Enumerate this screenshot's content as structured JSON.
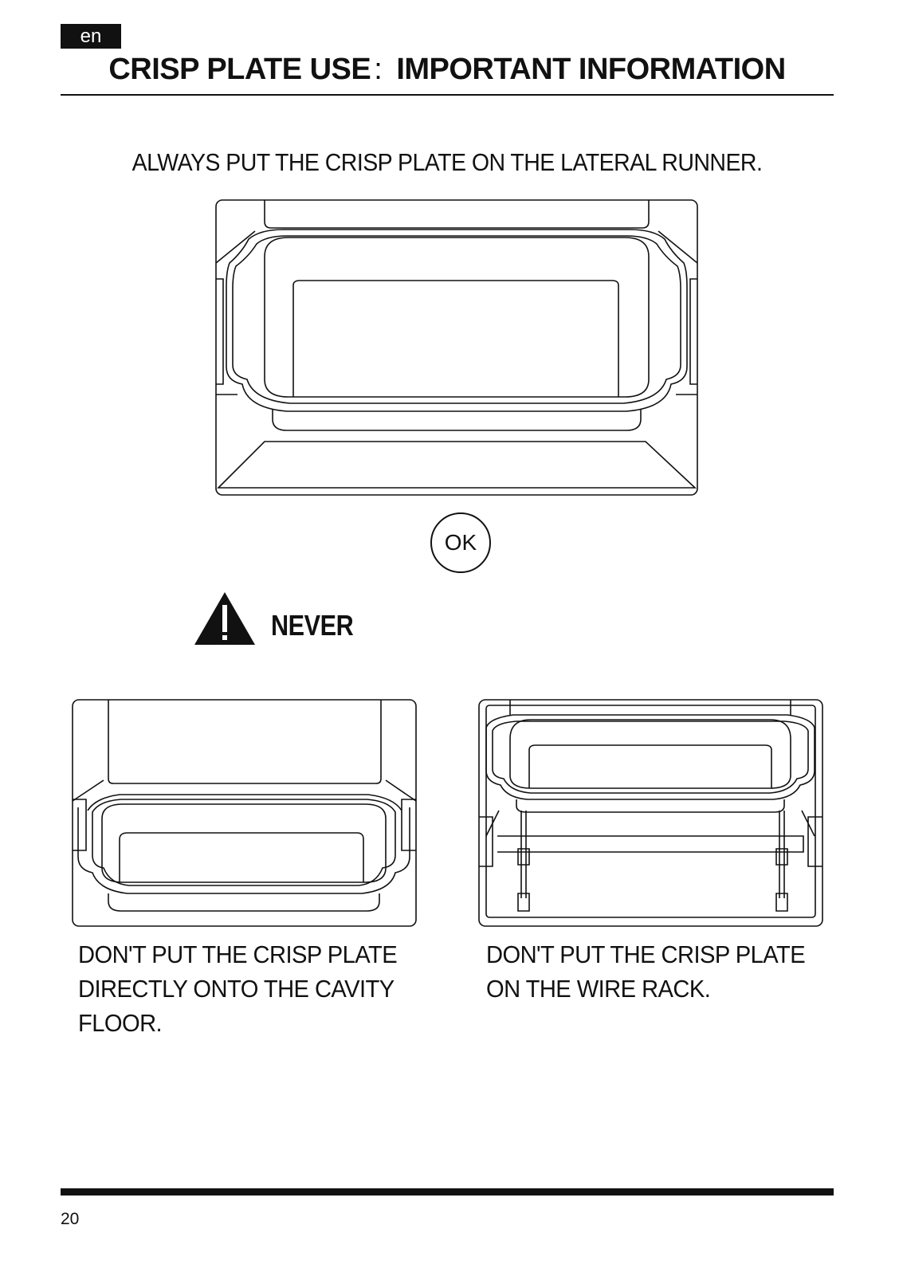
{
  "header": {
    "language": "en",
    "title_main": "CRISP PLATE USE",
    "title_separator": ":",
    "title_sub": "IMPORTANT INFORMATION"
  },
  "main": {
    "instruction": "ALWAYS PUT THE CRISP PLATE ON THE LATERAL RUNNER.",
    "ok_label": "OK",
    "warning_label": "NEVER"
  },
  "captions": {
    "left": "DON'T PUT THE CRISP PLATE DIRECTLY ONTO THE CAVITY FLOOR.",
    "right": "DON'T PUT THE CRISP PLATE ON THE WIRE RACK."
  },
  "footer": {
    "page_number": "20"
  },
  "icons": {
    "warning": "warning-triangle-icon",
    "ok": "ok-circle-icon"
  }
}
